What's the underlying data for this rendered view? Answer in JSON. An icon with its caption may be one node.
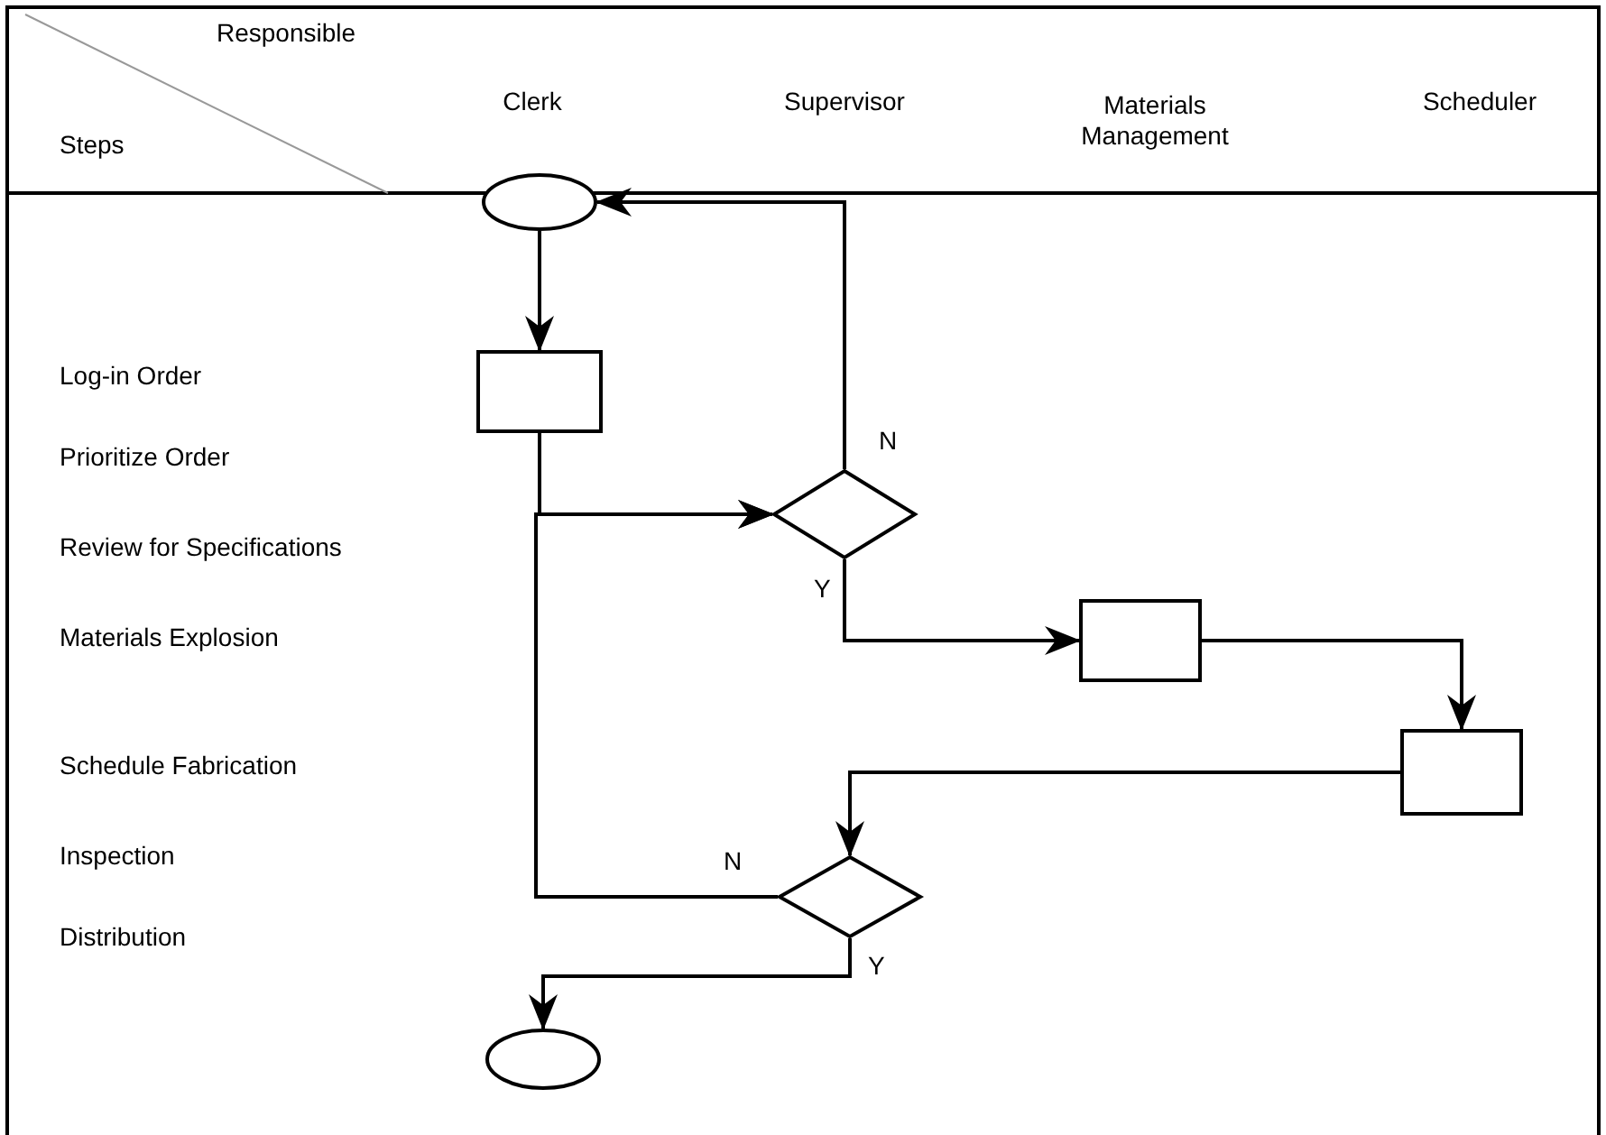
{
  "diagram": {
    "nodes": [
      {
        "text": [],
        "shape": "ellipse"
      },
      {
        "text": [],
        "shape": "box"
      },
      {
        "text": [],
        "shape": "diamond"
      },
      {
        "text": [],
        "shape": "box"
      },
      {
        "text": [],
        "shape": "box"
      },
      {
        "text": [],
        "shape": "diamond"
      },
      {
        "text": [],
        "shape": "ellipse"
      }
    ],
    "edges": [
      {
        "from": 0,
        "to": 1,
        "arrow": "to"
      },
      {
        "from": 1,
        "to": 2,
        "arrow": "to"
      },
      {
        "from": 5,
        "to": 2,
        "arrow": "to",
        "label": "N"
      },
      {
        "from": 2,
        "to": 0,
        "arrow": "to",
        "label": "N"
      },
      {
        "from": 2,
        "to": 3,
        "arrow": "to",
        "label": "Y"
      },
      {
        "from": 3,
        "to": 4,
        "arrow": "to"
      },
      {
        "from": 4,
        "to": 5,
        "arrow": "to"
      },
      {
        "from": 5,
        "to": 6,
        "arrow": "to",
        "label": "Y"
      }
    ],
    "labels": [
      "Responsible",
      "Steps",
      "Clerk",
      "Supervisor",
      "Materials Management",
      "Scheduler",
      "Log-in Order",
      "Prioritize Order",
      "Review for Specifications",
      "Materials Explosion",
      "Schedule Fabrication",
      "Inspection",
      "Distribution"
    ]
  }
}
